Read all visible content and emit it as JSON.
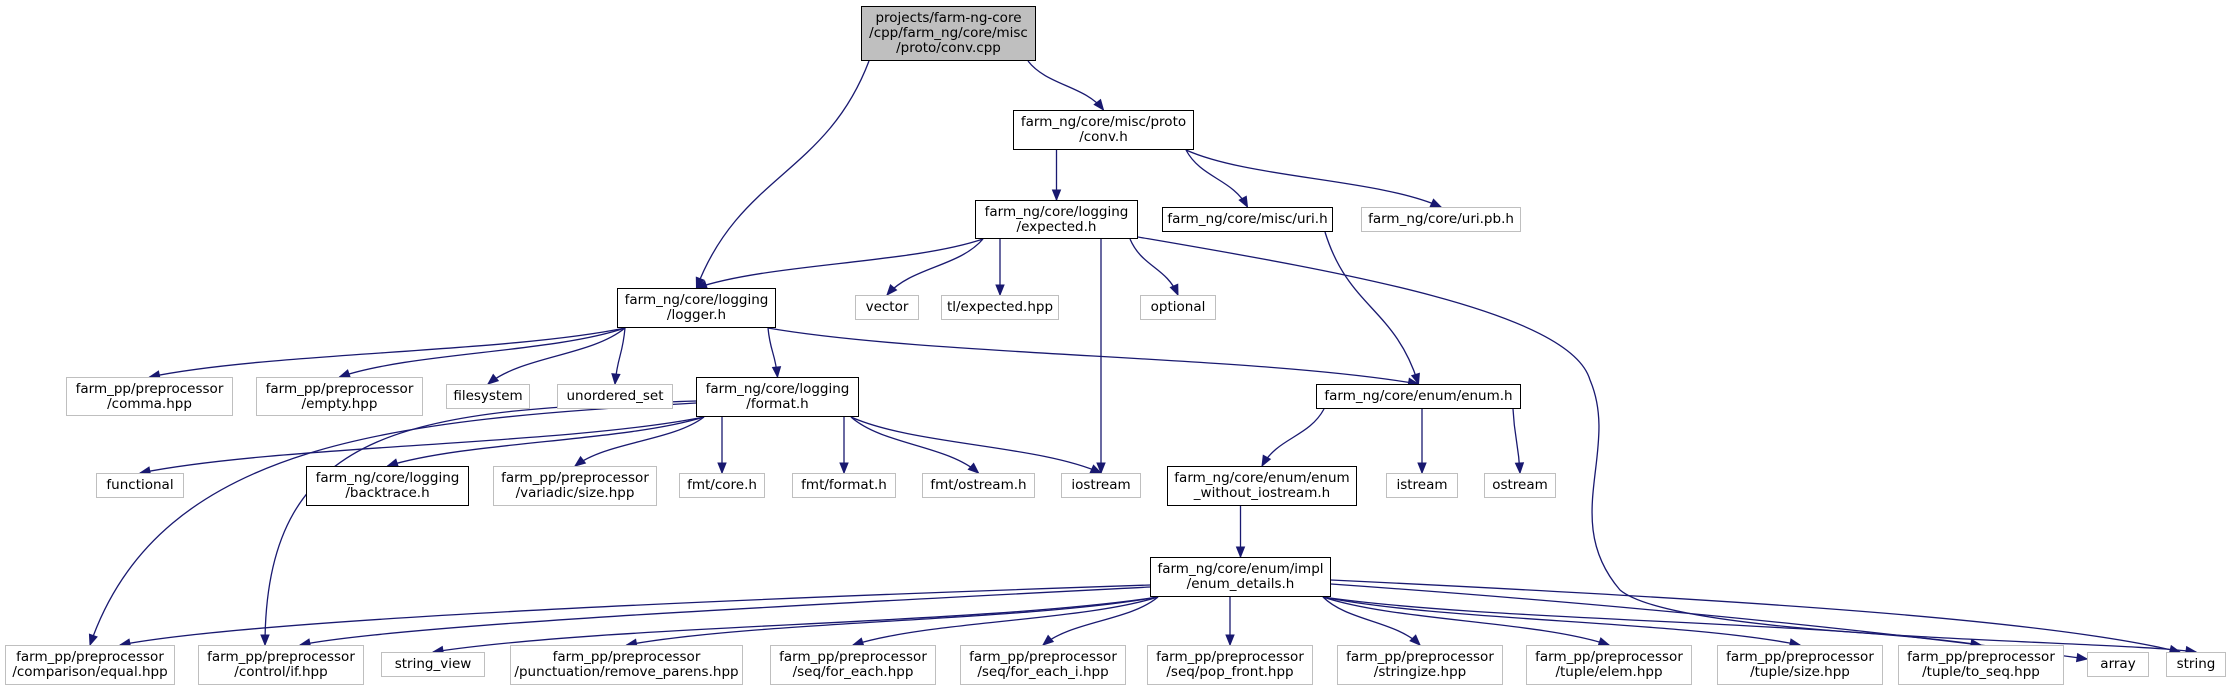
{
  "graph": {
    "edge_color": "#191970",
    "root_fill": "#bfbfbf",
    "nodes": [
      {
        "id": "root",
        "lines": [
          "projects/farm-ng-core",
          "/cpp/farm_ng/core/misc",
          "/proto/conv.cpp"
        ],
        "kind": "root"
      },
      {
        "id": "conv_h",
        "lines": [
          "farm_ng/core/misc/proto",
          "/conv.h"
        ],
        "kind": "doc"
      },
      {
        "id": "expected_h",
        "lines": [
          "farm_ng/core/logging",
          "/expected.h"
        ],
        "kind": "doc"
      },
      {
        "id": "uri_h",
        "lines": [
          "farm_ng/core/misc/uri.h"
        ],
        "kind": "doc"
      },
      {
        "id": "uri_pb_h",
        "lines": [
          "farm_ng/core/uri.pb.h"
        ],
        "kind": "std"
      },
      {
        "id": "logger_h",
        "lines": [
          "farm_ng/core/logging",
          "/logger.h"
        ],
        "kind": "doc"
      },
      {
        "id": "vector",
        "lines": [
          "vector"
        ],
        "kind": "std"
      },
      {
        "id": "tl_expected",
        "lines": [
          "tl/expected.hpp"
        ],
        "kind": "std"
      },
      {
        "id": "optional",
        "lines": [
          "optional"
        ],
        "kind": "std"
      },
      {
        "id": "comma",
        "lines": [
          "farm_pp/preprocessor",
          "/comma.hpp"
        ],
        "kind": "std"
      },
      {
        "id": "empty",
        "lines": [
          "farm_pp/preprocessor",
          "/empty.hpp"
        ],
        "kind": "std"
      },
      {
        "id": "filesystem",
        "lines": [
          "filesystem"
        ],
        "kind": "std"
      },
      {
        "id": "unordered_set",
        "lines": [
          "unordered_set"
        ],
        "kind": "std"
      },
      {
        "id": "format_h",
        "lines": [
          "farm_ng/core/logging",
          "/format.h"
        ],
        "kind": "doc"
      },
      {
        "id": "enum_h",
        "lines": [
          "farm_ng/core/enum/enum.h"
        ],
        "kind": "doc"
      },
      {
        "id": "functional",
        "lines": [
          "functional"
        ],
        "kind": "std"
      },
      {
        "id": "backtrace_h",
        "lines": [
          "farm_ng/core/logging",
          "/backtrace.h"
        ],
        "kind": "doc"
      },
      {
        "id": "variadic_size",
        "lines": [
          "farm_pp/preprocessor",
          "/variadic/size.hpp"
        ],
        "kind": "std"
      },
      {
        "id": "fmt_core",
        "lines": [
          "fmt/core.h"
        ],
        "kind": "std"
      },
      {
        "id": "fmt_format",
        "lines": [
          "fmt/format.h"
        ],
        "kind": "std"
      },
      {
        "id": "fmt_ostream",
        "lines": [
          "fmt/ostream.h"
        ],
        "kind": "std"
      },
      {
        "id": "iostream",
        "lines": [
          "iostream"
        ],
        "kind": "std"
      },
      {
        "id": "enum_wo_iostream",
        "lines": [
          "farm_ng/core/enum/enum",
          "_without_iostream.h"
        ],
        "kind": "doc"
      },
      {
        "id": "istream",
        "lines": [
          "istream"
        ],
        "kind": "std"
      },
      {
        "id": "ostream",
        "lines": [
          "ostream"
        ],
        "kind": "std"
      },
      {
        "id": "enum_details",
        "lines": [
          "farm_ng/core/enum/impl",
          "/enum_details.h"
        ],
        "kind": "doc"
      },
      {
        "id": "comparison_equal",
        "lines": [
          "farm_pp/preprocessor",
          "/comparison/equal.hpp"
        ],
        "kind": "std"
      },
      {
        "id": "control_if",
        "lines": [
          "farm_pp/preprocessor",
          "/control/if.hpp"
        ],
        "kind": "std"
      },
      {
        "id": "string_view",
        "lines": [
          "string_view"
        ],
        "kind": "std"
      },
      {
        "id": "remove_parens",
        "lines": [
          "farm_pp/preprocessor",
          "/punctuation/remove_parens.hpp"
        ],
        "kind": "std"
      },
      {
        "id": "for_each",
        "lines": [
          "farm_pp/preprocessor",
          "/seq/for_each.hpp"
        ],
        "kind": "std"
      },
      {
        "id": "for_each_i",
        "lines": [
          "farm_pp/preprocessor",
          "/seq/for_each_i.hpp"
        ],
        "kind": "std"
      },
      {
        "id": "pop_front",
        "lines": [
          "farm_pp/preprocessor",
          "/seq/pop_front.hpp"
        ],
        "kind": "std"
      },
      {
        "id": "stringize",
        "lines": [
          "farm_pp/preprocessor",
          "/stringize.hpp"
        ],
        "kind": "std"
      },
      {
        "id": "tuple_elem",
        "lines": [
          "farm_pp/preprocessor",
          "/tuple/elem.hpp"
        ],
        "kind": "std"
      },
      {
        "id": "tuple_size",
        "lines": [
          "farm_pp/preprocessor",
          "/tuple/size.hpp"
        ],
        "kind": "std"
      },
      {
        "id": "tuple_to_seq",
        "lines": [
          "farm_pp/preprocessor",
          "/tuple/to_seq.hpp"
        ],
        "kind": "std"
      },
      {
        "id": "array",
        "lines": [
          "array"
        ],
        "kind": "std"
      },
      {
        "id": "string",
        "lines": [
          "string"
        ],
        "kind": "std"
      }
    ],
    "edges": [
      [
        "root",
        "conv_h"
      ],
      [
        "root",
        "logger_h"
      ],
      [
        "conv_h",
        "expected_h"
      ],
      [
        "conv_h",
        "uri_h"
      ],
      [
        "conv_h",
        "uri_pb_h"
      ],
      [
        "expected_h",
        "logger_h"
      ],
      [
        "expected_h",
        "vector"
      ],
      [
        "expected_h",
        "tl_expected"
      ],
      [
        "expected_h",
        "iostream"
      ],
      [
        "expected_h",
        "optional"
      ],
      [
        "expected_h",
        "string"
      ],
      [
        "uri_h",
        "enum_h"
      ],
      [
        "logger_h",
        "comma"
      ],
      [
        "logger_h",
        "empty"
      ],
      [
        "logger_h",
        "filesystem"
      ],
      [
        "logger_h",
        "unordered_set"
      ],
      [
        "logger_h",
        "format_h"
      ],
      [
        "logger_h",
        "enum_h"
      ],
      [
        "format_h",
        "functional"
      ],
      [
        "format_h",
        "backtrace_h"
      ],
      [
        "format_h",
        "variadic_size"
      ],
      [
        "format_h",
        "fmt_core"
      ],
      [
        "format_h",
        "fmt_format"
      ],
      [
        "format_h",
        "fmt_ostream"
      ],
      [
        "format_h",
        "iostream"
      ],
      [
        "format_h",
        "comparison_equal"
      ],
      [
        "format_h",
        "control_if"
      ],
      [
        "enum_h",
        "enum_wo_iostream"
      ],
      [
        "enum_h",
        "istream"
      ],
      [
        "enum_h",
        "ostream"
      ],
      [
        "enum_wo_iostream",
        "enum_details"
      ],
      [
        "enum_details",
        "comparison_equal"
      ],
      [
        "enum_details",
        "control_if"
      ],
      [
        "enum_details",
        "string_view"
      ],
      [
        "enum_details",
        "remove_parens"
      ],
      [
        "enum_details",
        "for_each"
      ],
      [
        "enum_details",
        "for_each_i"
      ],
      [
        "enum_details",
        "pop_front"
      ],
      [
        "enum_details",
        "stringize"
      ],
      [
        "enum_details",
        "tuple_elem"
      ],
      [
        "enum_details",
        "tuple_size"
      ],
      [
        "enum_details",
        "tuple_to_seq"
      ],
      [
        "enum_details",
        "array"
      ],
      [
        "enum_details",
        "string"
      ]
    ]
  }
}
